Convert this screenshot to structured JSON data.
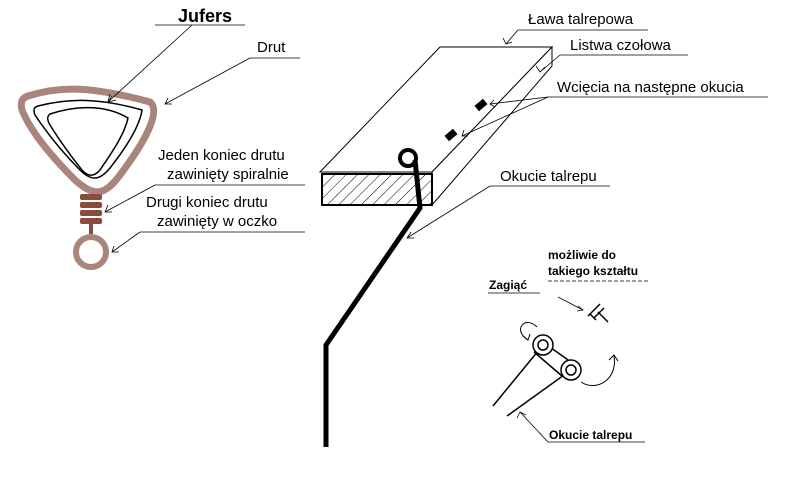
{
  "diagram": {
    "jufers": {
      "title": "Jufers",
      "wire_label": "Drut",
      "spiral_label_line1": "Jeden koniec drutu",
      "spiral_label_line2": "zawinięty spiralnie",
      "eye_label_line1": "Drugi koniec drutu",
      "eye_label_line2": "zawinięty w oczko",
      "wire_color": "#a9857c",
      "coil_color": "#8b4a3c"
    },
    "bench": {
      "bench_label": "Ława talrepowa",
      "front_strip_label": "Listwa czołowa",
      "notches_label": "Wcięcia na następne okucia",
      "fitting_label": "Okucie talrepu"
    },
    "detail": {
      "shape_note_line1": "możliwie do",
      "shape_note_line2": "takiego kształtu",
      "bend_label": "Zagiąć",
      "fitting_label": "Okucie talrepu"
    }
  }
}
